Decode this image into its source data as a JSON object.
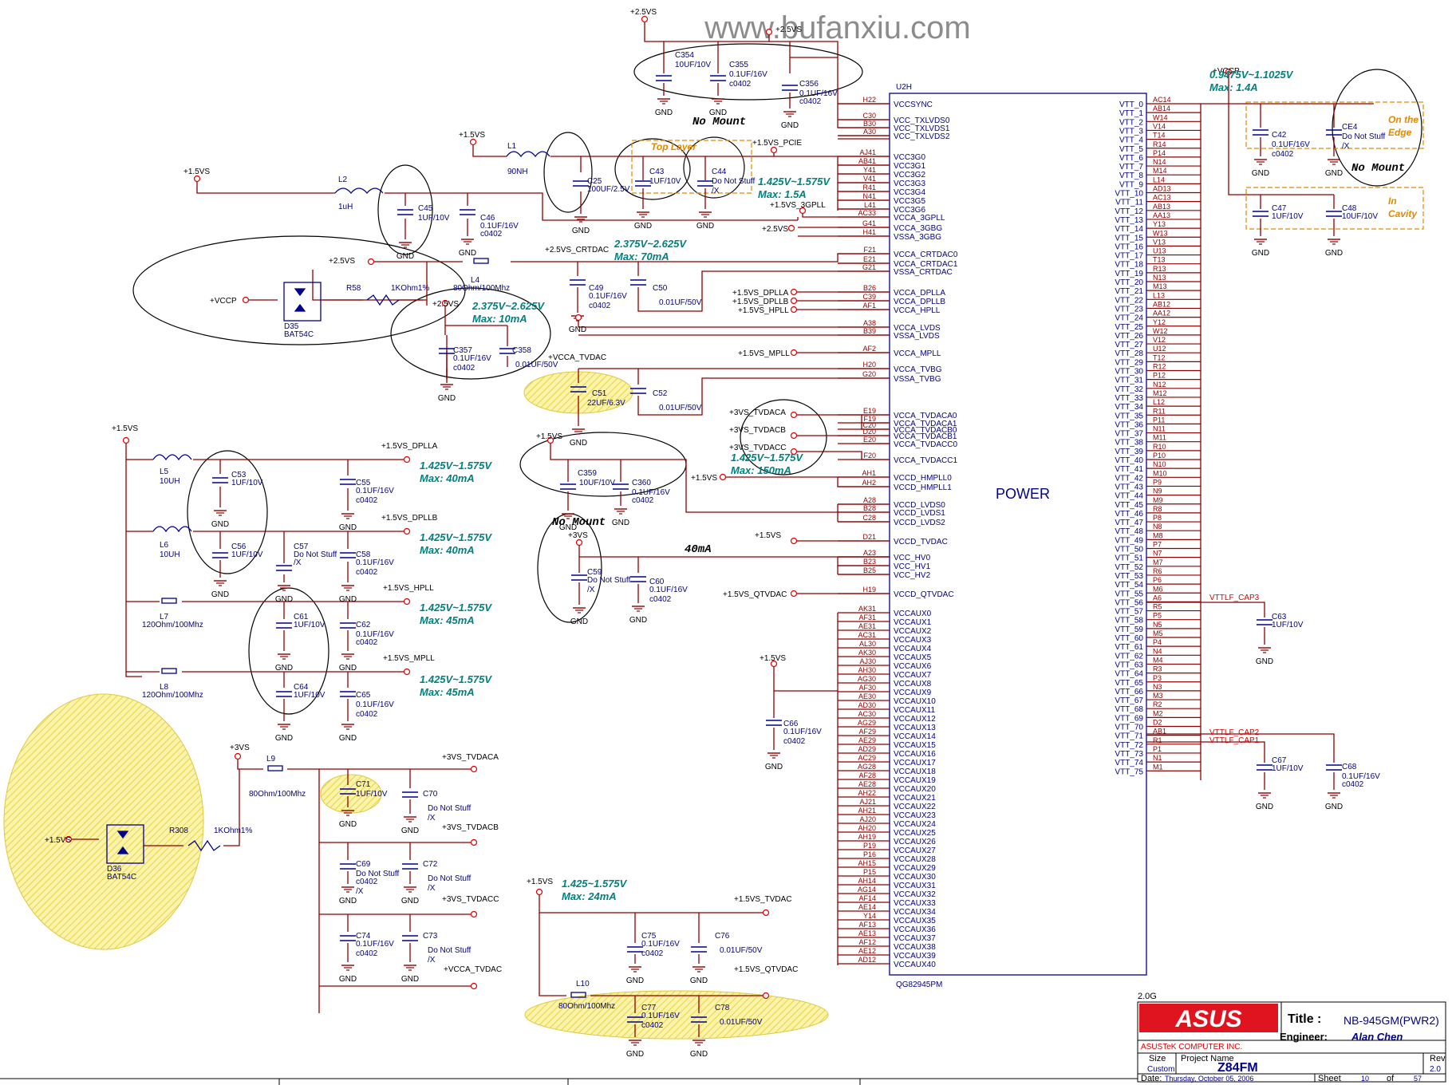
{
  "watermark": "www.bufanxiu.com",
  "chip": {
    "ref": "U2H",
    "block_label": "POWER",
    "part": "QG82945PM",
    "left_pins": [
      {
        "num": "H22",
        "name": "VCCSYNC"
      },
      {
        "num": "C30",
        "name": "VCC_TXLVDS0"
      },
      {
        "num": "B30",
        "name": "VCC_TXLVDS1"
      },
      {
        "num": "A30",
        "name": "VCC_TXLVDS2"
      },
      {
        "num": "AJ41",
        "name": "VCC3G0"
      },
      {
        "num": "AB41",
        "name": "VCC3G1"
      },
      {
        "num": "Y41",
        "name": "VCC3G2"
      },
      {
        "num": "V41",
        "name": "VCC3G3"
      },
      {
        "num": "R41",
        "name": "VCC3G4"
      },
      {
        "num": "N41",
        "name": "VCC3G5"
      },
      {
        "num": "L41",
        "name": "VCC3G6"
      },
      {
        "num": "AC33",
        "name": "VCCA_3GPLL"
      },
      {
        "num": "G41",
        "name": "VCCA_3GBG"
      },
      {
        "num": "H41",
        "name": "VSSA_3GBG"
      },
      {
        "num": "F21",
        "name": "VCCA_CRTDAC0"
      },
      {
        "num": "E21",
        "name": "VCCA_CRTDAC1"
      },
      {
        "num": "G21",
        "name": "VSSA_CRTDAC"
      },
      {
        "num": "B26",
        "name": "VCCA_DPLLA"
      },
      {
        "num": "C39",
        "name": "VCCA_DPLLB"
      },
      {
        "num": "AF1",
        "name": "VCCA_HPLL"
      },
      {
        "num": "A38",
        "name": "VCCA_LVDS"
      },
      {
        "num": "B39",
        "name": "VSSA_LVDS"
      },
      {
        "num": "AF2",
        "name": "VCCA_MPLL"
      },
      {
        "num": "H20",
        "name": "VCCA_TVBG"
      },
      {
        "num": "G20",
        "name": "VSSA_TVBG"
      },
      {
        "num": "E19",
        "name": "VCCA_TVDACA0"
      },
      {
        "num": "F19",
        "name": "VCCA_TVDACA1"
      },
      {
        "num": "C20",
        "name": "VCCA_TVDACB0"
      },
      {
        "num": "D20",
        "name": "VCCA_TVDACB1"
      },
      {
        "num": "E20",
        "name": "VCCA_TVDACC0"
      },
      {
        "num": "F20",
        "name": "VCCA_TVDACC1"
      },
      {
        "num": "AH1",
        "name": "VCCD_HMPLL0"
      },
      {
        "num": "AH2",
        "name": "VCCD_HMPLL1"
      },
      {
        "num": "A28",
        "name": "VCCD_LVDS0"
      },
      {
        "num": "B28",
        "name": "VCCD_LVDS1"
      },
      {
        "num": "C28",
        "name": "VCCD_LVDS2"
      },
      {
        "num": "D21",
        "name": "VCCD_TVDAC"
      },
      {
        "num": "A23",
        "name": "VCC_HV0"
      },
      {
        "num": "B23",
        "name": "VCC_HV1"
      },
      {
        "num": "B25",
        "name": "VCC_HV2"
      },
      {
        "num": "H19",
        "name": "VCCD_QTVDAC"
      }
    ],
    "aux_nums": [
      "AK31",
      "AF31",
      "AE31",
      "AC31",
      "AL30",
      "AK30",
      "AJ30",
      "AH30",
      "AG30",
      "AF30",
      "AE30",
      "AD30",
      "AC30",
      "AG29",
      "AF29",
      "AE29",
      "AD29",
      "AC29",
      "AG28",
      "AF28",
      "AE28",
      "AH22",
      "AJ21",
      "AH21",
      "AJ20",
      "AH20",
      "AH19",
      "P19",
      "P16",
      "AH15",
      "P15",
      "AH14",
      "AG14",
      "AF14",
      "AE14",
      "Y14",
      "AF13",
      "AE13",
      "AF12",
      "AE12",
      "AD12"
    ],
    "aux_prefix": "VCCAUX",
    "vtt_prefix": "VTT_",
    "vtt_nums": [
      "AC14",
      "AB14",
      "W14",
      "V14",
      "T14",
      "R14",
      "P14",
      "N14",
      "M14",
      "L14",
      "AD13",
      "AC13",
      "AB13",
      "AA13",
      "Y13",
      "W13",
      "V13",
      "U13",
      "T13",
      "R13",
      "N13",
      "M13",
      "L13",
      "AB12",
      "AA12",
      "Y12",
      "W12",
      "V12",
      "U12",
      "T12",
      "R12",
      "P12",
      "N12",
      "M12",
      "L12",
      "R11",
      "P11",
      "N11",
      "M11",
      "R10",
      "P10",
      "N10",
      "M10",
      "P9",
      "N9",
      "M9",
      "R8",
      "P8",
      "N8",
      "M8",
      "P7",
      "N7",
      "M7",
      "R6",
      "P6",
      "M6",
      "A6",
      "R5",
      "P5",
      "N5",
      "M5",
      "P4",
      "N4",
      "M4",
      "R3",
      "P3",
      "N3",
      "M3",
      "R2",
      "M2",
      "D2",
      "AB1",
      "R1",
      "P1",
      "N1",
      "M1"
    ]
  },
  "nets": {
    "p25vs": "+2.5VS",
    "p15vs": "+1.5VS",
    "p3vs": "+3VS",
    "vccp": "+VCCP",
    "gnd": "GND",
    "pcie": "+1.5VS_PCIE",
    "gpll": "+1.5VS_3GPLL",
    "crtdac": "+2.5VS_CRTDAC",
    "dplla": "+1.5VS_DPLLA",
    "dpllb": "+1.5VS_DPLLB",
    "hpll": "+1.5VS_HPLL",
    "mpll": "+1.5VS_MPLL",
    "vccatvdac": "+VCCA_TVDAC",
    "tvdaca": "+3VS_TVDACA",
    "tvdacb": "+3VS_TVDACB",
    "tvdacc": "+3VS_TVDACC",
    "tvdac15": "+1.5VS_TVDAC",
    "qtvdac": "+1.5VS_QTVDAC",
    "vttlf3": "VTTLF_CAP3",
    "vttlf2": "VTTLF_CAP2",
    "vttlf1": "VTTLF_CAP1"
  },
  "notes": {
    "n1": "0.9475V~1.1025V",
    "n1b": "Max: 1.4A",
    "n2": "1.425V~1.575V",
    "n2b": "Max: 1.5A",
    "n3": "2.375V~2.625V",
    "n3b": "Max: 70mA",
    "n4": "2.375V~2.625V",
    "n4b": "Max: 10mA",
    "n5": "1.425V~1.575V",
    "n5b": "Max: 150mA",
    "n6": "1.425V~1.575V",
    "n6b": "Max: 40mA",
    "n7": "1.425V~1.575V",
    "n7b": "Max: 40mA",
    "n8": "1.425V~1.575V",
    "n8b": "Max: 45mA",
    "n9": "1.425V~1.575V",
    "n9b": "Max: 45mA",
    "n10": "1.425~1.575V",
    "n10b": "Max: 24mA",
    "ma40": "40mA",
    "nomount1": "No Mount",
    "nomount2": "No Mount",
    "nomount3": "No Mount",
    "toplayer": "Top Layer",
    "edge1": "On the",
    "edge2": "Edge",
    "cav1": "In",
    "cav2": "Cavity"
  },
  "values": {
    "u10": "10UF/10V",
    "u01_16": "0.1UF/16V",
    "c0402": "c0402",
    "u1_10": "1UF/10V",
    "dns": "Do Not Stuff",
    "x": "/X",
    "u100": "100UF/2.5V",
    "u001_50": "0.01UF/50V",
    "u22": "22UF/6.3V",
    "uh1": "1uH",
    "nh90": "90NH",
    "uh10": "10UH",
    "ohm80": "80Ohm/100Mhz",
    "ohm120": "120Ohm/100Mhz",
    "k1": "1KOhm1%",
    "bat": "BAT54C"
  },
  "refs": {
    "C354": "C354",
    "C355": "C355",
    "C356": "C356",
    "L1": "L1",
    "L2": "L2",
    "C45": "C45",
    "C46": "C46",
    "C25": "C25",
    "C43": "C43",
    "C44": "C44",
    "L4": "L4",
    "C49": "C49",
    "C50": "C50",
    "R58": "R58",
    "D35": "D35",
    "C357": "C357",
    "C358": "C358",
    "C51": "C51",
    "C52": "C52",
    "L5": "L5",
    "C53": "C53",
    "C55": "C55",
    "L6": "L6",
    "C56": "C56",
    "C57": "C57",
    "C58": "C58",
    "L7": "L7",
    "C61": "C61",
    "C62": "C62",
    "L8": "L8",
    "C64": "C64",
    "C65": "C65",
    "C359": "C359",
    "C360": "C360",
    "C59": "C59",
    "C60": "C60",
    "C66": "C66",
    "L9": "L9",
    "C71": "C71",
    "C70": "C70",
    "C69": "C69",
    "C72": "C72",
    "C74": "C74",
    "C73": "C73",
    "R308": "R308",
    "D36": "D36",
    "C75": "C75",
    "C76": "C76",
    "L10": "L10",
    "C77": "C77",
    "C78": "C78",
    "C42": "C42",
    "CE4": "CE4",
    "C47": "C47",
    "C48": "C48",
    "C63": "C63",
    "C67": "C67",
    "C68": "C68"
  },
  "titleblock": {
    "rev_top": "2.0G",
    "logo": "ASUS",
    "company": "ASUSTeK COMPUTER INC.",
    "title_label": "Title :",
    "title": "NB-945GM(PWR2)",
    "engineer_label": "Engineer:",
    "engineer": "Alan Chen",
    "size_label": "Size",
    "size": "Custom",
    "project_label": "Project Name",
    "project": "Z84FM",
    "rev_label": "Rev",
    "rev": "2.0",
    "date_label": "Date:",
    "date": "Thursday, October 05, 2006",
    "sheet_label": "Sheet",
    "sheet": "10",
    "of_label": "of",
    "total": "57"
  }
}
